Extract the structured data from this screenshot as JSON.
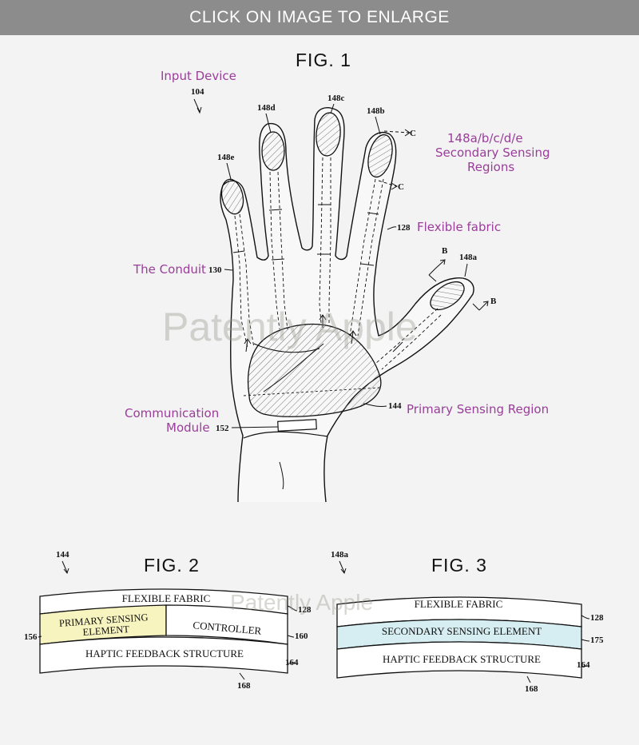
{
  "banner": {
    "text": "CLICK ON IMAGE TO ENLARGE"
  },
  "fig1": {
    "title": "FIG. 1",
    "labels": {
      "input_device": "Input Device",
      "secondary_regions_line1": "148a/b/c/d/e",
      "secondary_regions_line2": "Secondary Sensing",
      "secondary_regions_line3": "Regions",
      "flexible_fabric": "Flexible fabric",
      "conduit": "The Conduit",
      "primary_region": "Primary Sensing Region",
      "comm_line1": "Communication",
      "comm_line2": "Module"
    },
    "refs": {
      "r104": "104",
      "r148a": "148a",
      "r148b": "148b",
      "r148c": "148c",
      "r148d": "148d",
      "r148e": "148e",
      "r128": "128",
      "r130": "130",
      "r144": "144",
      "r152": "152",
      "b1": "B",
      "b2": "B",
      "c1": "C",
      "c2": "C"
    }
  },
  "fig2": {
    "title": "FIG. 2",
    "ref_main": "144",
    "layers": {
      "top": "FLEXIBLE FABRIC",
      "left": "PRIMARY SENSING",
      "left2": "ELEMENT",
      "right": "CONTROLLER",
      "bottom": "HAPTIC FEEDBACK STRUCTURE"
    },
    "refs": {
      "r128": "128",
      "r156": "156",
      "r160": "160",
      "r164": "164",
      "r168": "168"
    }
  },
  "fig3": {
    "title": "FIG. 3",
    "ref_main": "148a",
    "layers": {
      "top": "FLEXIBLE FABRIC",
      "middle": "SECONDARY SENSING ELEMENT",
      "bottom": "HAPTIC FEEDBACK STRUCTURE"
    },
    "refs": {
      "r128": "128",
      "r175": "175",
      "r164": "164",
      "r168": "168"
    }
  },
  "watermark": {
    "text": "Patently Apple"
  },
  "colors": {
    "label_purple": "#9a3d9a",
    "primary_fill": "#f7f4c0",
    "secondary_fill": "#d6edf2",
    "banner_bg": "#8c8c8c"
  }
}
